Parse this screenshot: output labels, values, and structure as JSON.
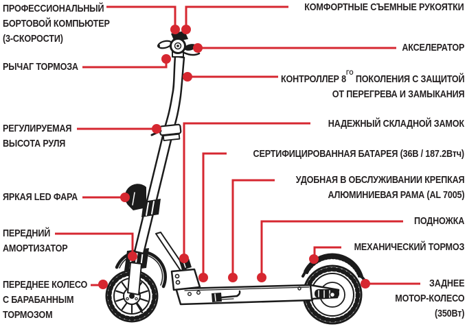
{
  "palette": {
    "accent_red": "#d62730",
    "ink": "#231f20",
    "paper": "#ffffff"
  },
  "labels": {
    "board_computer": {
      "lines": [
        "ПРОФЕССИОНАЛЬНЫЙ",
        "БОРТОВОЙ КОМПЬЮТЕР",
        "(3-СКОРОСТИ)"
      ]
    },
    "brake_lever": {
      "text": "РЫЧАГ ТОРМОЗА"
    },
    "adjustable_height": {
      "lines": [
        "РЕГУЛИРУЕМАЯ",
        "ВЫСОТА РУЛЯ"
      ]
    },
    "led_headlight": {
      "text": "ЯРКАЯ LED ФАРА"
    },
    "front_shock": {
      "lines": [
        "ПЕРЕДНИЙ",
        "АМОРТИЗАТОР"
      ]
    },
    "front_wheel": {
      "lines": [
        "ПЕРЕДНЕЕ КОЛЕСО",
        "С БАРАБАННЫМ",
        "ТОРМОЗОМ"
      ]
    },
    "grips": {
      "text": "КОМФОРТНЫЕ СЪЕМНЫЕ РУКОЯТКИ"
    },
    "throttle": {
      "text": "АКСЕЛЕРАТОР"
    },
    "controller": {
      "line1_pre": "КОНТРОЛЛЕР 8",
      "line1_sup": "ГО",
      "line1_post": " ПОКОЛЕНИЯ С ЗАЩИТОЙ",
      "line2": "ОТ ПЕРЕГРЕВА И ЗАМЫКАНИЯ"
    },
    "folding_lock": {
      "text": "НАДЕЖНЫЙ СКЛАДНОЙ ЗАМОК"
    },
    "battery": {
      "text": "СЕРТИФИЦИРОВАННАЯ БАТАРЕЯ (36В / 187.2Втч)"
    },
    "frame": {
      "lines": [
        "УДОБНАЯ В ОБСЛУЖИВАНИИ КРЕПКАЯ",
        "АЛЮМИНИЕВАЯ РАМА (AL 7005)"
      ]
    },
    "footboard": {
      "text": "ПОДНОЖКА"
    },
    "mechanical_brake": {
      "text": "МЕХАНИЧЕСКИЙ ТОРМОЗ"
    },
    "rear_wheel": {
      "lines": [
        "ЗАДНЕЕ",
        "МОТОР-КОЛЕСО",
        "(350Вт)"
      ]
    }
  }
}
